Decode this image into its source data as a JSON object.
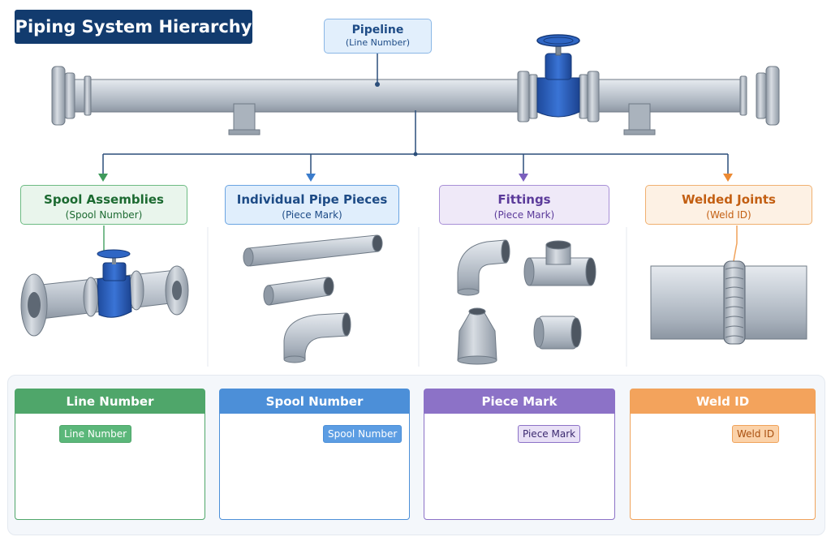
{
  "title": "Piping System Hierarchy",
  "pipeline": {
    "title": "Pipeline",
    "subtitle": "(Line Number)"
  },
  "categories": [
    {
      "title": "Spool Assemblies",
      "subtitle": "(Spool Number)"
    },
    {
      "title": "Individual Pipe Pieces",
      "subtitle": "(Piece Mark)"
    },
    {
      "title": "Fittings",
      "subtitle": "(Piece Mark)"
    },
    {
      "title": "Welded Joints",
      "subtitle": "(Weld ID)"
    }
  ],
  "identifiers": [
    {
      "header": "Line Number",
      "tag": "Line Number"
    },
    {
      "header": "Spool Number",
      "tag": "Spool Number"
    },
    {
      "header": "Piece Mark",
      "tag": "Piece Mark"
    },
    {
      "header": "Weld ID",
      "tag": "Weld ID"
    }
  ],
  "colors": {
    "title_bg": "#123b6e",
    "green": "#4fa66a",
    "blue": "#4c8fd8",
    "purple": "#8c72c7",
    "orange": "#f0a25a",
    "pipe": "#b9c2cc",
    "valve": "#2a5db8"
  }
}
